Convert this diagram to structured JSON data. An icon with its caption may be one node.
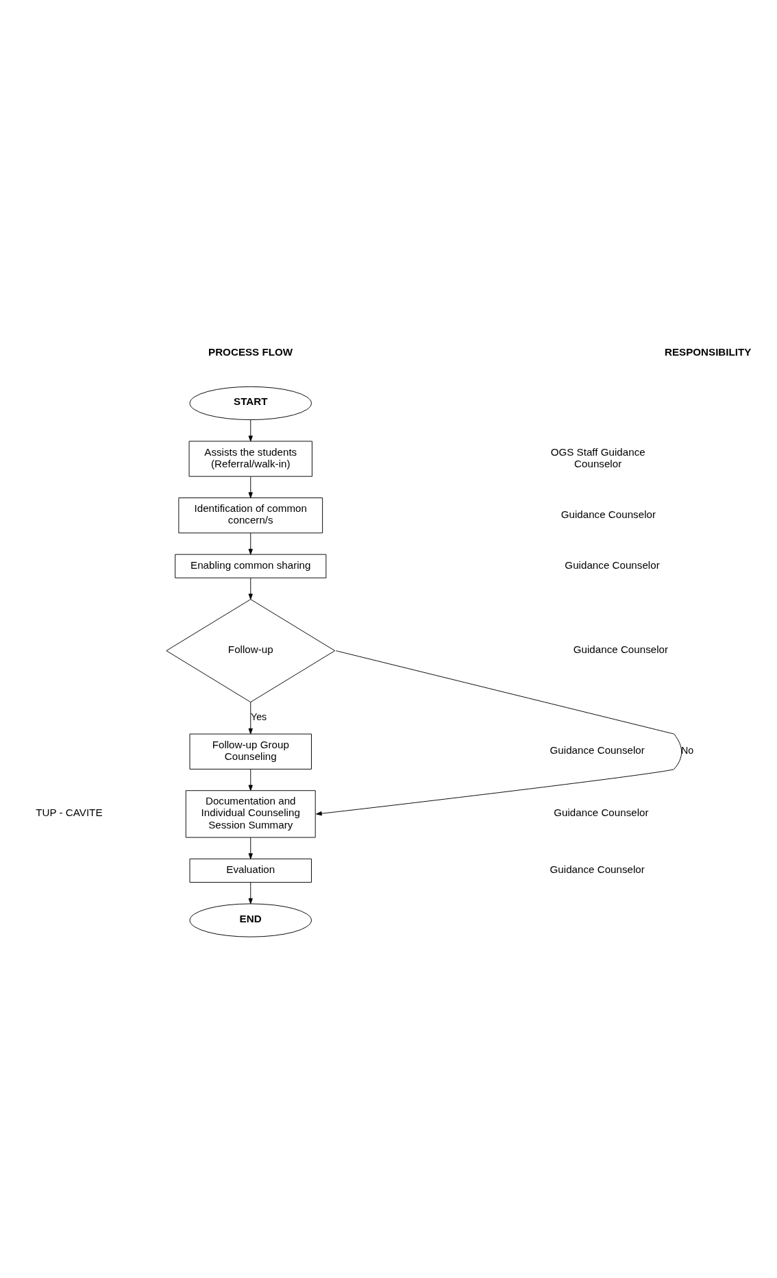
{
  "diagram": {
    "nodes": [
      {
        "text": [
          "START"
        ]
      },
      {
        "text": [
          "Assists the students (Referral/walk-in)"
        ]
      },
      {
        "text": [
          "Identification of common concern/s"
        ]
      },
      {
        "text": [
          "Enabling common sharing"
        ]
      },
      {
        "text": [
          "Follow-up"
        ]
      },
      {
        "text": [
          "Follow-up Group Counseling"
        ]
      },
      {
        "text": [
          "Documentation and Individual Counseling Session Summary"
        ]
      },
      {
        "text": [
          "Evaluation"
        ]
      },
      {
        "text": [
          "END"
        ]
      }
    ],
    "edges": [
      {
        "from": 0,
        "to": 1,
        "arrow": "to"
      },
      {
        "from": 1,
        "to": 2,
        "arrow": "to"
      },
      {
        "from": 2,
        "to": 3,
        "arrow": "to"
      },
      {
        "from": 3,
        "to": 4,
        "arrow": "to"
      },
      {
        "from": 4,
        "to": 5,
        "arrow": "to",
        "label": "Yes"
      },
      {
        "from": 4,
        "to": 6,
        "arrow": "to",
        "label": "No"
      },
      {
        "from": 5,
        "to": 6,
        "arrow": "to"
      },
      {
        "from": 6,
        "to": 7,
        "arrow": "to"
      },
      {
        "from": 7,
        "to": 8,
        "arrow": "to"
      }
    ],
    "labels": [
      "PROCESS FLOW",
      "RESPONSIBILITY",
      "OGS Staff Guidance Counselor",
      "Guidance Counselor",
      "Guidance Counselor",
      "Guidance Counselor",
      "Guidance Counselor",
      "Guidance Counselor",
      "Guidance Counselor",
      "TUP - CAVITE"
    ]
  }
}
